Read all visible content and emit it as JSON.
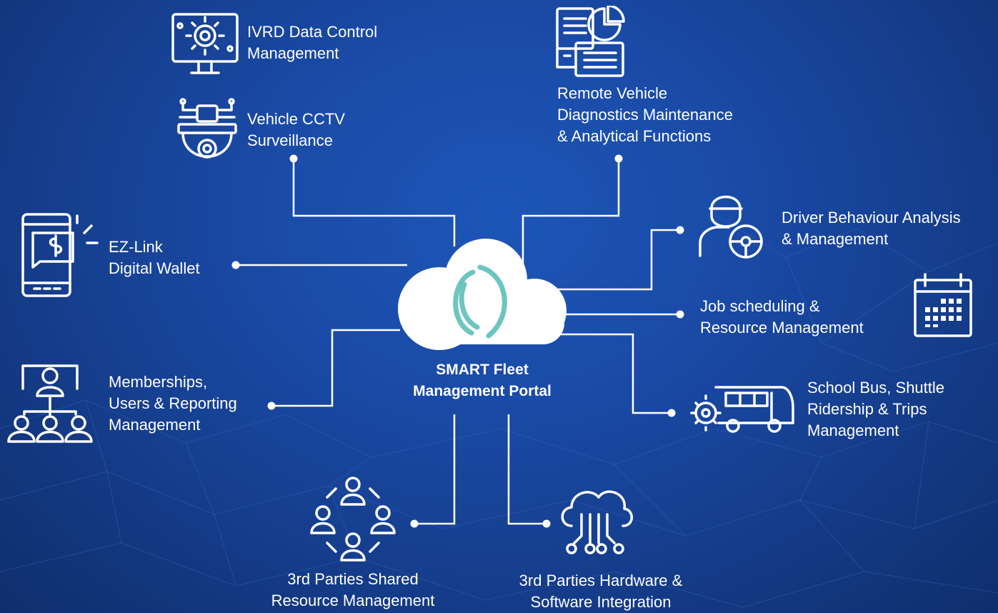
{
  "portal": {
    "line1": "SMART Fleet",
    "line2": "Management Portal"
  },
  "modules": {
    "ivrd": {
      "line1": "IVRD Data Control",
      "line2": "Management",
      "icon": "gear-monitor-icon"
    },
    "cctv": {
      "line1": "Vehicle CCTV",
      "line2": "Surveillance",
      "icon": "cctv-camera-icon"
    },
    "diagnostics": {
      "line1": "Remote Vehicle",
      "line2": "Diagnostics Maintenance",
      "line3": "& Analytical Functions",
      "icon": "documents-chart-icon"
    },
    "ezlink": {
      "line1": "EZ-Link",
      "line2": "Digital Wallet",
      "icon": "phone-wallet-icon"
    },
    "driver": {
      "line1": "Driver Behaviour Analysis",
      "line2": "& Management",
      "icon": "driver-steering-icon"
    },
    "jobs": {
      "line1": "Job scheduling &",
      "line2": "Resource Management",
      "icon": "calendar-icon"
    },
    "members": {
      "line1": "Memberships,",
      "line2": "Users & Reporting",
      "line3": "Management",
      "icon": "users-presentation-icon"
    },
    "bus": {
      "line1": "School Bus, Shuttle",
      "line2": "Ridership & Trips",
      "line3": "Management",
      "icon": "bus-gear-icon"
    },
    "shared": {
      "line1": "3rd Parties Shared",
      "line2": "Resource Management",
      "icon": "people-network-icon"
    },
    "hardware": {
      "line1": "3rd Parties Hardware &",
      "line2": "Software Integration",
      "icon": "cloud-circuit-icon"
    }
  },
  "colors": {
    "background": "#1a4aa6",
    "cloud": "#ffffff",
    "logo": "#6cc5c0",
    "lines": "#ffffff"
  }
}
